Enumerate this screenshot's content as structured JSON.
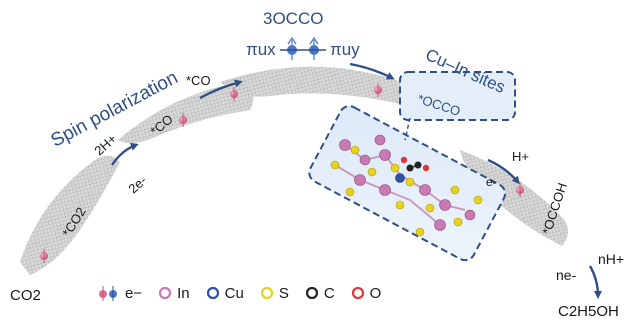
{
  "labels": {
    "co2_bottom": "CO2",
    "co2_ads": "*CO2",
    "two_h_plus": "2H+",
    "two_e_minus": "2e-",
    "co_first": "*CO",
    "co_second": "*CO",
    "spin_polarization": "Spin polarization",
    "triplet_occo": "3OCCO",
    "pi_ux": "πux",
    "pi_uy": "πuy",
    "cu_in_sites": "Cu–In sites",
    "occo_ads": "*OCCO",
    "h_plus": "H+",
    "e_minus": "e-",
    "occoh_ads": "*OCCOH",
    "n_h_plus": "nH+",
    "n_e_minus": "ne-",
    "ethanol": "C2H5OH"
  },
  "legend": [
    {
      "symbol": "electron-spin",
      "label": "e−"
    },
    {
      "symbol": "In",
      "label": "In",
      "color": "#c77ab4"
    },
    {
      "symbol": "Cu",
      "label": "Cu",
      "color": "#2e4fa3"
    },
    {
      "symbol": "S",
      "label": "S",
      "color": "#e8d21d"
    },
    {
      "symbol": "C",
      "label": "C",
      "color": "#222222"
    },
    {
      "symbol": "O",
      "label": "O",
      "color": "#d93a3a"
    }
  ],
  "colors": {
    "accent_blue": "#2f4f86",
    "sheet_gray": "#c9c9c9",
    "spin_pink": "#d9708f",
    "spin_blue": "#4a76c8"
  }
}
